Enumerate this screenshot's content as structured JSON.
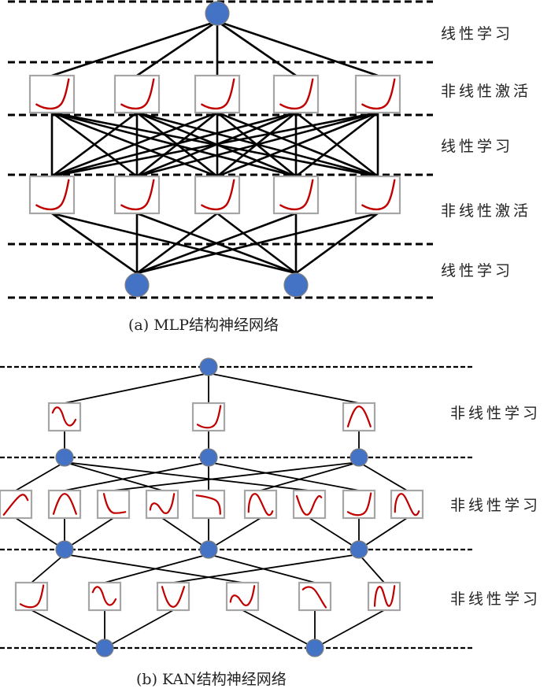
{
  "figure_a": {
    "caption": "(a)  MLP结构神经网络",
    "layer_labels": [
      "线性学习",
      "非线性激活",
      "线性学习",
      "非线性激活",
      "线性学习"
    ],
    "input_nodes": 2,
    "hidden_units": 5,
    "output_nodes": 1,
    "activation_curve": "exponential"
  },
  "figure_b": {
    "caption": "(b)  KAN结构神经网络",
    "layer_labels": [
      "非线性学习",
      "非线性学习",
      "非线性学习"
    ],
    "layers": [
      {
        "name": "output-layer",
        "nodes": 1,
        "functions": [
          "sine",
          "exponential",
          "bump"
        ]
      },
      {
        "name": "hidden-layer-2",
        "nodes": 3,
        "functions": [
          "rise-peak",
          "bump",
          "decay",
          "wave-up",
          "flat-drop",
          "wave-down",
          "dip-rise",
          "exponential",
          "wave-down"
        ]
      },
      {
        "name": "hidden-layer-1",
        "nodes": 3,
        "functions": [
          "exponential",
          "sine",
          "valley",
          "wave-up",
          "drop",
          "n-wave"
        ]
      },
      {
        "name": "input-layer",
        "nodes": 2
      }
    ]
  },
  "colors": {
    "node_fill": "#4472C4",
    "node_stroke": "#7f7f7f",
    "curve": "#C00000",
    "box_stroke": "#A6A6A6",
    "line": "#000000"
  }
}
